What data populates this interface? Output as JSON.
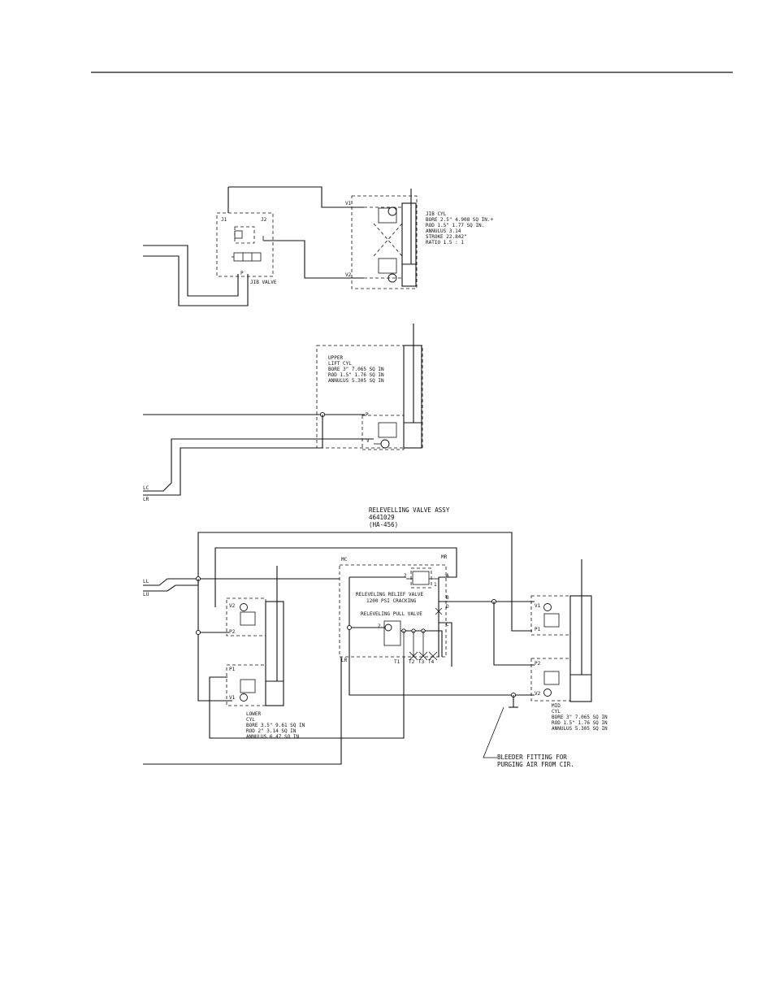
{
  "jib": {
    "valve_label": "JIB VALVE",
    "ports": {
      "j1": "J1",
      "j2": "J2",
      "p": "P",
      "v1": "V1",
      "v2": "V2"
    },
    "cyl_specs": [
      "JIB CYL",
      "BORE 2.5\"   4.908 SQ IN.+",
      "ROD 1.5\"    1.77 SQ IN.",
      "ANNULUS     3.14",
      "STROKE      22.842\"",
      "RATIO       1.5 : 1"
    ]
  },
  "upper": {
    "ports": {
      "p": "P",
      "v": "V"
    },
    "cyl_specs": [
      "UPPER",
      "LIFT CYL",
      "BORE 3\"   7.065 SQ IN",
      "ROD  1.5\"  1.76  SQ IN",
      "ANNULUS   5.305 SQ IN"
    ],
    "lines": {
      "lc": "LC",
      "lr": "LR"
    }
  },
  "relevelling": {
    "title": [
      "RELEVELLING VALVE ASSY",
      "4641029",
      "(HA-456)"
    ],
    "ports": {
      "mc": "MC",
      "mr": "MR",
      "lr": "LR",
      "a": "A",
      "b": "B",
      "c": "C",
      "d": "D",
      "one": "1",
      "two": "2",
      "two_b": "2",
      "t1": "T1",
      "t2": "T2",
      "t3": "T3",
      "t4": "T4"
    },
    "relief_valve_label": [
      "RELEVELING RELIEF VALVE",
      "1200 PSI CRACKING"
    ],
    "pull_valve_label": "RELEVELING PULL VALVE",
    "lines": {
      "ll": "LL",
      "lu": "LU"
    }
  },
  "lower": {
    "ports": {
      "v2": "V2",
      "p2": "P2",
      "p1": "P1",
      "v1": "V1"
    },
    "cyl_specs": [
      "LOWER",
      "CYL",
      "BORE  3.5\"   9.61  SQ IN",
      "ROD   2\"     3.14  SQ IN",
      "ANNULUS     6.47  SQ IN"
    ]
  },
  "mid": {
    "ports": {
      "v1": "V1",
      "p1": "P1",
      "p2": "P2",
      "v2": "V2"
    },
    "cyl_specs": [
      "MID",
      "CYL",
      "BORE  3\"    7.065 SQ IN",
      "ROD   1.5\"  1.76  SQ IN",
      "ANNULUS    5.305 SQ IN"
    ]
  },
  "bleeder_note": [
    "BLEEDER FITTING FOR",
    "PURGING AIR FROM CIR."
  ]
}
